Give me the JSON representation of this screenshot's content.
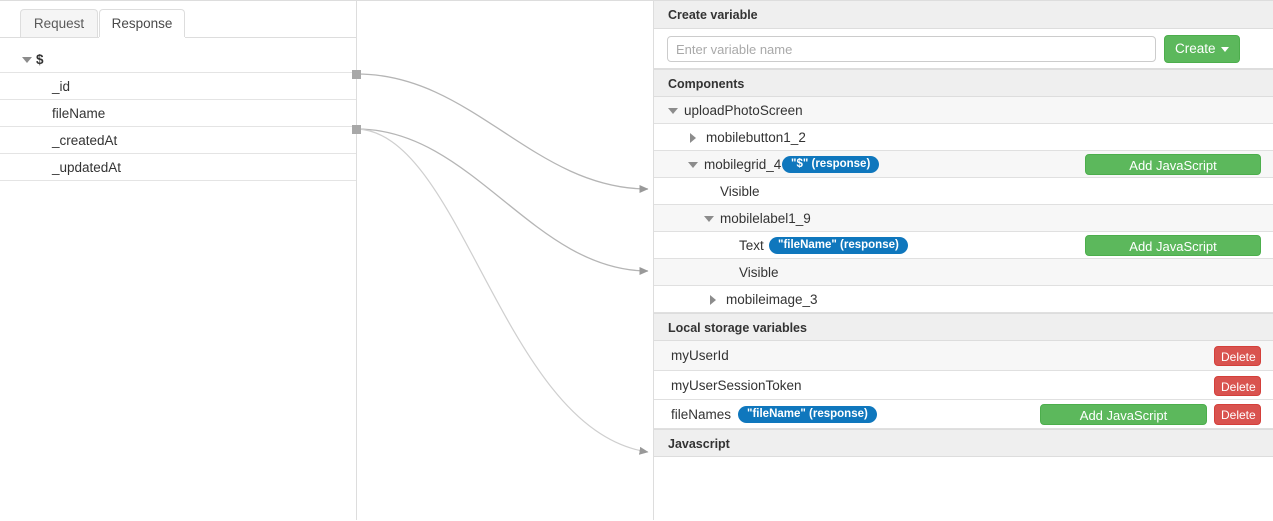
{
  "left_panel": {
    "tabs": [
      {
        "id": "request",
        "label": "Request",
        "active": false
      },
      {
        "id": "response",
        "label": "Response",
        "active": true
      }
    ],
    "tree": {
      "root_label": "$",
      "children": [
        "_id",
        "fileName",
        "_createdAt",
        "_updatedAt"
      ]
    }
  },
  "right_panel": {
    "create_variable": {
      "section_title": "Create variable",
      "input_value": "",
      "input_placeholder": "Enter variable name",
      "create_button_label": "Create",
      "create_button_caret": "caret-down-icon"
    },
    "components": {
      "section_title": "Components",
      "rows": [
        {
          "label": "uploadPhotoScreen",
          "toggle": "caret-down-icon",
          "indent": 1,
          "badge": null,
          "action": null
        },
        {
          "label": "mobilebutton1_2",
          "toggle": "caret-right-icon",
          "indent": 2,
          "badge": null,
          "action": null
        },
        {
          "label": "mobilegrid_4",
          "toggle": "caret-down-icon",
          "indent": 2,
          "badge": "\"$\" (response)",
          "action": "Add JavaScript"
        },
        {
          "label": "Visible",
          "toggle": null,
          "indent": 3,
          "badge": null,
          "action": null
        },
        {
          "label": "mobilelabel1_9",
          "toggle": "caret-down-icon",
          "indent": 3,
          "badge": null,
          "action": null
        },
        {
          "label": "Text",
          "toggle": null,
          "indent": 4,
          "badge": "\"fileName\" (response)",
          "action": "Add JavaScript"
        },
        {
          "label": "Visible",
          "toggle": null,
          "indent": 4,
          "badge": null,
          "action": null
        },
        {
          "label": "mobileimage_3",
          "toggle": "caret-right-icon",
          "indent": 2,
          "badge": null,
          "action": null
        }
      ]
    },
    "local_storage": {
      "section_title": "Local storage variables",
      "rows": [
        {
          "label": "myUserId",
          "badge": null,
          "action": null,
          "delete": "Delete"
        },
        {
          "label": "myUserSessionToken",
          "badge": null,
          "action": null,
          "delete": "Delete"
        },
        {
          "label": "fileNames",
          "badge": "\"fileName\" (response)",
          "action": "Add JavaScript",
          "delete": "Delete"
        }
      ]
    },
    "javascript": {
      "section_title": "Javascript"
    }
  },
  "canvas": {
    "connections": [
      {
        "from": "$",
        "to": "mobilegrid_4"
      },
      {
        "from": "fileName",
        "to": "Text"
      },
      {
        "from": "fileName",
        "to": "fileNames"
      }
    ]
  },
  "colors": {
    "green": "#5cb85c",
    "red": "#d9534f",
    "blue_badge": "#0f77bd",
    "section_header_bg": "#efefef",
    "row_alt_bg": "#f7f7f7",
    "border": "#dddddd"
  }
}
